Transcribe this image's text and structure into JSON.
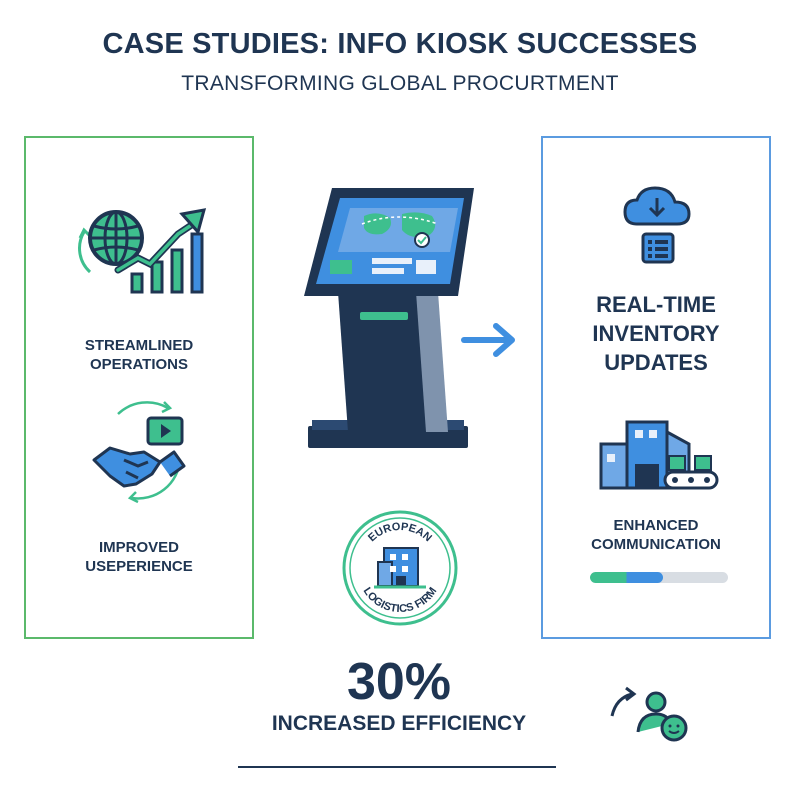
{
  "header": {
    "title": "CASE STUDIES: INFO KIOSK SUCCESSES",
    "subtitle": "TRANSFORMING GLOBAL PROCURTMENT"
  },
  "left_panel": {
    "feature_1": {
      "label_line1": "STREAMLINED",
      "label_line2": "OPERATIONS",
      "icon": "globe-growth-chart-icon"
    },
    "feature_2": {
      "label_line1": "IMPROVED",
      "label_line2": "USEPERIENCE",
      "icon": "handshake-video-icon"
    }
  },
  "center": {
    "kiosk_icon": "info-kiosk-icon",
    "arrow_icon": "arrow-right-icon",
    "badge": {
      "line1": "EUROPEAN",
      "line2": "LOGISTICS FIRM",
      "icon": "building-seal-icon"
    }
  },
  "right_panel": {
    "feature_1": {
      "label_line1": "REAL-TIME",
      "label_line2": "INVENTORY",
      "label_line3": "UPDATES",
      "icon": "cloud-list-icon"
    },
    "feature_2": {
      "label_line1": "ENHANCED",
      "label_line2": "COMMUNICATION",
      "icon": "warehouse-conveyor-icon"
    },
    "progress": {
      "value_percent": 53
    }
  },
  "stat": {
    "value": "30%",
    "label": "INCREASED EFFICIENCY"
  },
  "footer": {
    "icon": "user-growth-icon"
  },
  "colors": {
    "navy": "#1f3552",
    "green": "#3ebf8e",
    "blue": "#3f8fe0",
    "left_border": "#5bb96b",
    "right_border": "#5b9be0"
  }
}
